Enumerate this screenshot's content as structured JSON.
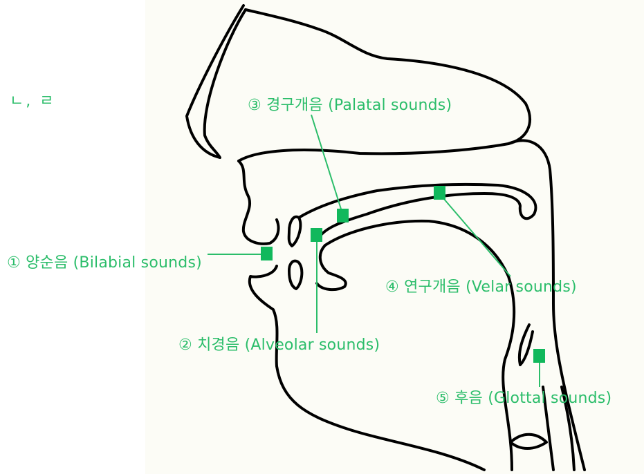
{
  "fragment_text": ", ㄴ, ㄹ",
  "labels": {
    "bilabial": "① 양순음 (Bilabial sounds)",
    "alveolar": "② 치경음 (Alveolar sounds)",
    "palatal": "③ 경구개음 (Palatal sounds)",
    "velar": "④ 연구개음 (Velar sounds)",
    "glottal": "⑤ 후음 (Glottal sounds)"
  },
  "colors": {
    "label": "#2bbd6a",
    "marker": "#11b85c",
    "outline": "#000000",
    "panel": "#fcfcf6"
  }
}
